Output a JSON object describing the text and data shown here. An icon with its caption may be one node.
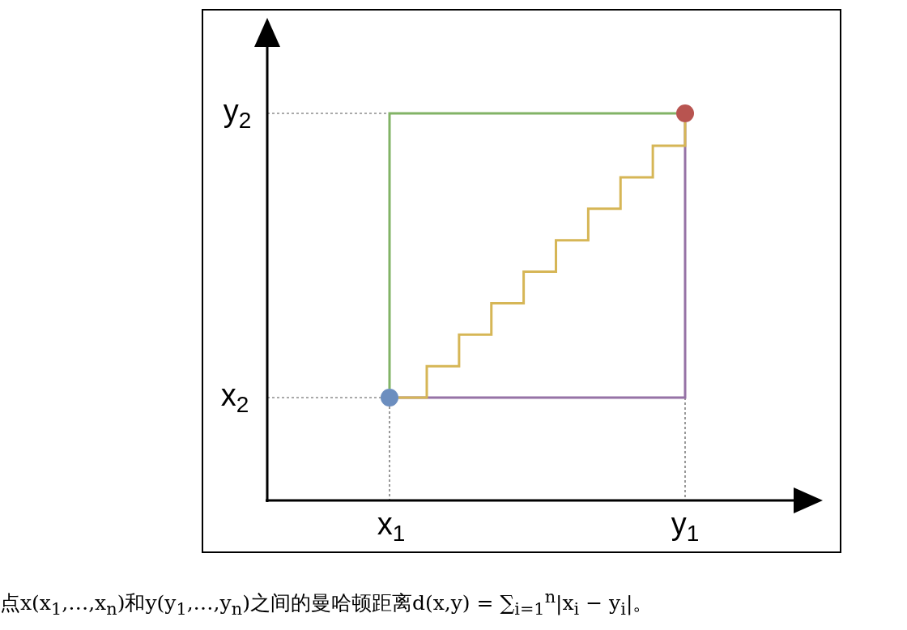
{
  "diagram": {
    "caption": "点x(x$_{1}$,…,x$_{n}$)和y(y$_{1}$,…,y$_{n}$)之间的曼哈顿距离d(x,y) = ∑$_{i=1}$$^{n}$|x$_{i}$ − y$_{i}$|。",
    "nodes": [
      {
        "text": [],
        "shape": "circle"
      },
      {
        "text": [],
        "shape": "circle"
      }
    ],
    "edges": [
      {
        "from": 0,
        "to": 1,
        "arrow": "none",
        "color": "#82b366"
      },
      {
        "from": 0,
        "to": 1,
        "arrow": "none",
        "color": "#9673a6"
      },
      {
        "from": 0,
        "to": 1,
        "arrow": "none",
        "color": "#d6b656"
      }
    ],
    "labels": [
      "y$_{2}$",
      "x$_{2}$",
      "x$_{1}$",
      "y$_{1}$"
    ]
  }
}
